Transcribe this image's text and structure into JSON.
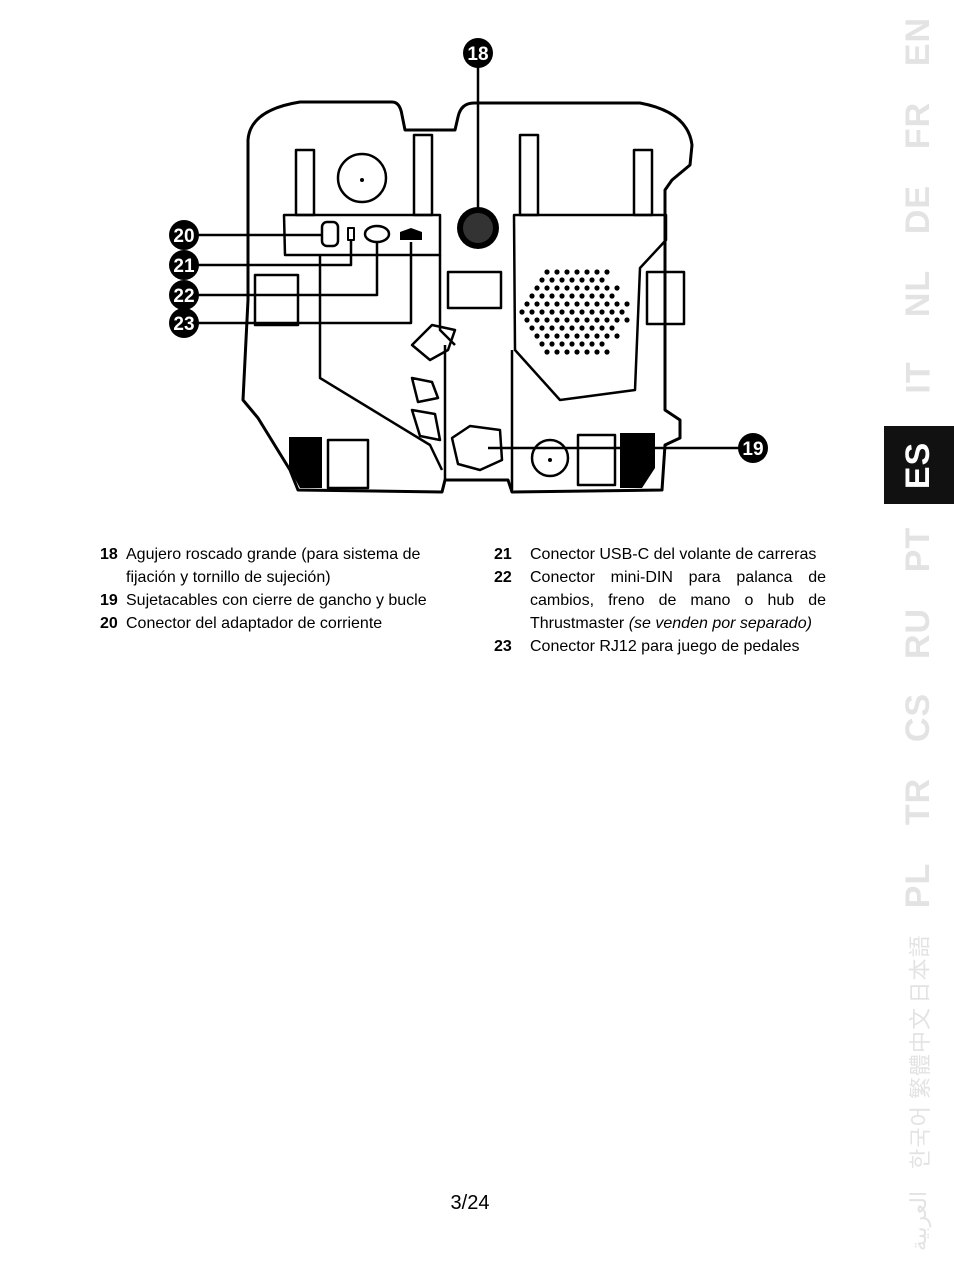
{
  "figure": {
    "callouts": [
      "18",
      "19",
      "20",
      "21",
      "22",
      "23"
    ]
  },
  "legend": {
    "left": [
      {
        "num": "18",
        "text": "Agujero roscado grande (para sistema de fijación y tornillo de sujeción)"
      },
      {
        "num": "19",
        "text": "Sujetacables con cierre de gancho y bucle"
      },
      {
        "num": "20",
        "text": "Conector del adaptador de corriente"
      }
    ],
    "right": [
      {
        "num": "21",
        "text": "Conector USB-C del volante de carreras"
      },
      {
        "num": "22",
        "text": "Conector mini-DIN para palanca de cambios, freno de mano o hub de Thrustmaster",
        "note": "(se venden por separado)"
      },
      {
        "num": "23",
        "text": "Conector RJ12 para juego de pedales"
      }
    ]
  },
  "page_number": "3/24",
  "language_tabs": {
    "items": [
      "EN",
      "FR",
      "DE",
      "NL",
      "IT",
      "ES",
      "PT",
      "RU",
      "CS",
      "TR",
      "PL",
      "日本語",
      "繁體中文",
      "한국어",
      "العربية"
    ],
    "active": "ES",
    "colors": {
      "inactive_text": "#e3e3e3",
      "active_background": "#111111",
      "active_text": "#ffffff"
    }
  }
}
